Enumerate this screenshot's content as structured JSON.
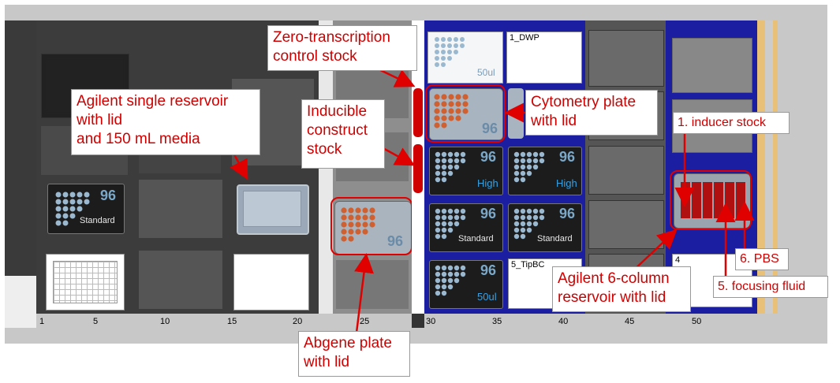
{
  "deck_positions": [
    "1",
    "5",
    "10",
    "15",
    "20",
    "25",
    "30",
    "35",
    "40",
    "45",
    "50"
  ],
  "plates": {
    "standard_left": {
      "number": "96",
      "sub": "Standard"
    },
    "abgene": {
      "number": "96"
    },
    "cytometry": {
      "number": "96"
    },
    "high_1": {
      "number": "96",
      "sub": "High"
    },
    "high_2": {
      "number": "96",
      "sub": "High"
    },
    "standard_1": {
      "number": "96",
      "sub": "Standard"
    },
    "standard_2": {
      "number": "96",
      "sub": "Standard"
    },
    "ul50_top": {
      "sub": "50ul"
    },
    "ul50_bottom": {
      "number": "96",
      "sub": "50ul"
    }
  },
  "tiles": {
    "dwp": "1_DWP",
    "tipbc": "5_TipBC",
    "four": "4"
  },
  "annotations": {
    "zero_transcription": [
      "Zero-transcription",
      "control stock"
    ],
    "agilent_single": [
      "Agilent single reservoir",
      "with lid",
      "and 150 mL media"
    ],
    "inducible": [
      "Inducible",
      "construct",
      "stock"
    ],
    "cytometry": [
      "Cytometry plate",
      "with lid"
    ],
    "inducer_stock": "1. inducer stock",
    "pbs": "6. PBS",
    "focusing_fluid": "5. focusing fluid",
    "agilent_6col": [
      "Agilent 6-column",
      "reservoir with lid"
    ],
    "abgene": [
      "Abgene plate",
      "with lid"
    ]
  },
  "colors": {
    "annotation_text": "#d00000",
    "highlight": "#e00000",
    "carrier_blue": "#1b1ea0",
    "reservoir_red": "#b01010"
  }
}
